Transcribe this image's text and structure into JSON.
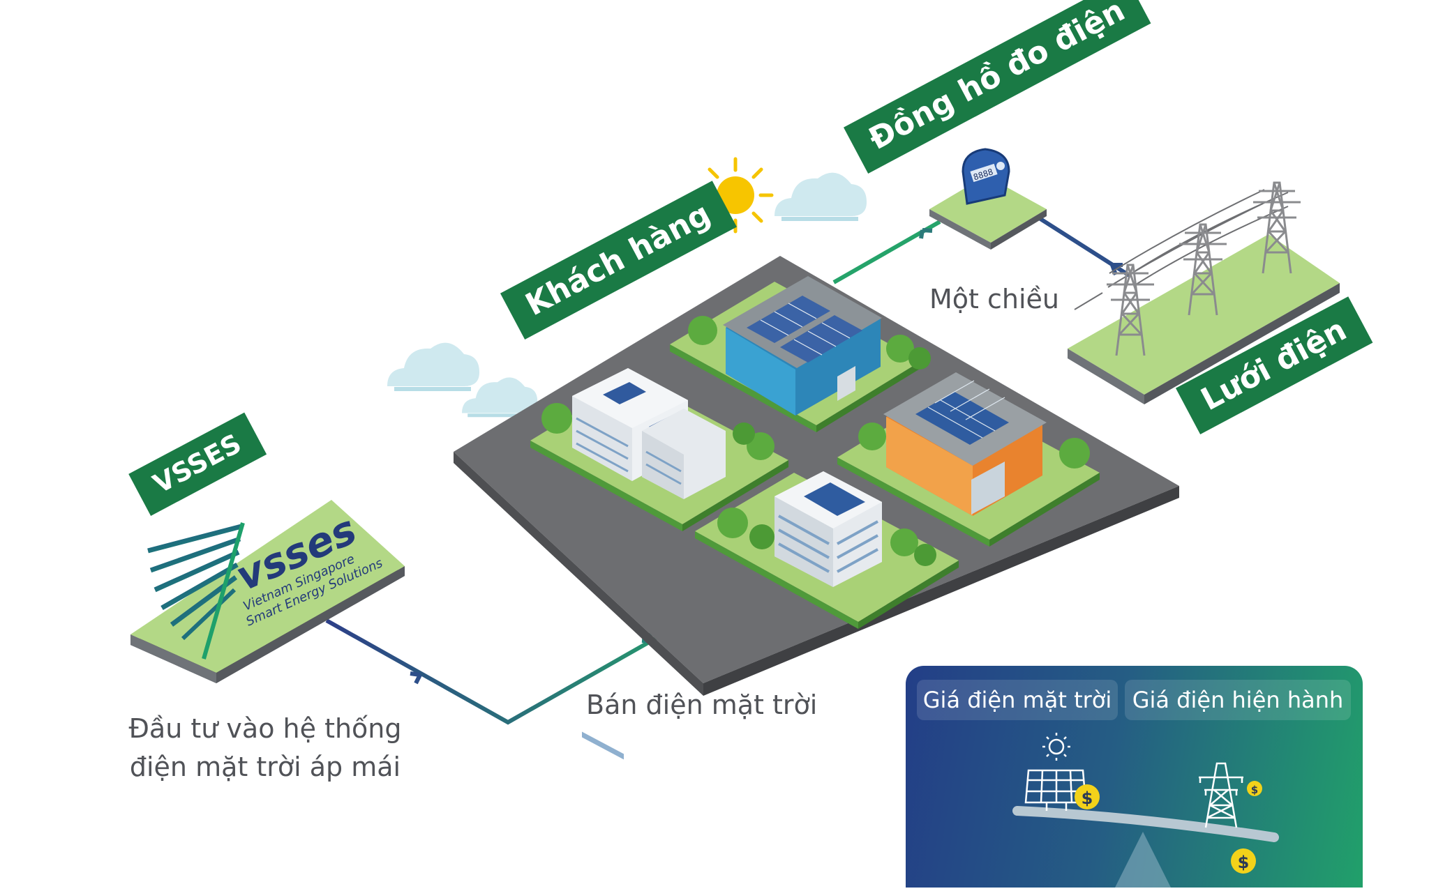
{
  "labels": {
    "customer": "Khách hàng",
    "meter": "Đồng hồ đo điện",
    "grid": "Lưới điện",
    "vsses_banner": "VSSES"
  },
  "captions": {
    "one_way": "Một chiều",
    "sell_solar": "Bán điện mặt trời",
    "invest_line1": "Đầu tư vào hệ thống",
    "invest_line2": "điện mặt trời áp mái"
  },
  "logo": {
    "name": "vsses",
    "tagline1": "Vietnam Singapore",
    "tagline2": "Smart Energy Solutions"
  },
  "meter_display": "8888",
  "price_panel": {
    "solar_price": "Giá điện mặt trời",
    "current_price": "Giá điện hiện hành",
    "currency_symbol": "$"
  },
  "colors": {
    "banner_green": "#1a7a45",
    "road_gray": "#6d6e71",
    "lawn_green": "#a9d176",
    "hedge_green": "#4f9a3a",
    "flow_start": "#2d3f88",
    "flow_end": "#25a36a",
    "panel_gradient_start": "#233e87",
    "panel_gradient_end": "#21a06a",
    "sun_yellow": "#f5c400",
    "coin_yellow": "#f3d21a"
  },
  "icons": [
    "sun-icon",
    "cloud-icon",
    "solar-panel-icon",
    "transmission-tower-icon",
    "electric-meter-icon",
    "coin-icon",
    "balance-scale-icon"
  ]
}
